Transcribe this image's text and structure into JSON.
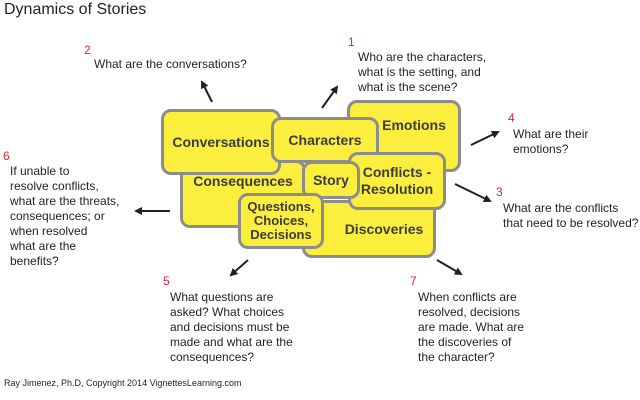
{
  "title": "Dynamics of Stories",
  "boxes": {
    "emotions": "Emotions",
    "conversations": "Conversations",
    "characters": "Characters",
    "consequences": "Consequences",
    "discoveries": "Discoveries",
    "conflicts": "Conflicts -\nResolution",
    "story": "Story",
    "questions": "Questions,\nChoices,\nDecisions"
  },
  "items": [
    {
      "number": "1",
      "text": "Who are the characters,\nwhat is the setting, and\nwhat is the scene?"
    },
    {
      "number": "2",
      "text": "What are the conversations?"
    },
    {
      "number": "3",
      "text": "What are the conflicts\nthat need to be resolved?"
    },
    {
      "number": "4",
      "text": "What are their\nemotions?"
    },
    {
      "number": "5",
      "text": "What questions are\nasked? What choices\nand decisions must be\nmade and what are the\nconsequences?"
    },
    {
      "number": "6",
      "text": "If unable to\nresolve conflicts,\nwhat are the threats,\nconsequences; or\nwhen resolved\nwhat are the\nbenefits?"
    },
    {
      "number": "7",
      "text": "When conflicts are\nresolved, decisions\nare made. What are\nthe discoveries of\nthe character?"
    }
  ],
  "footer": "Ray Jimenez, Ph.D, Copyright 2014  VignettesLearning.com",
  "colors": {
    "box_fill": "#fcee3c",
    "box_border": "#8c8c8c",
    "number": "#e0262e"
  }
}
